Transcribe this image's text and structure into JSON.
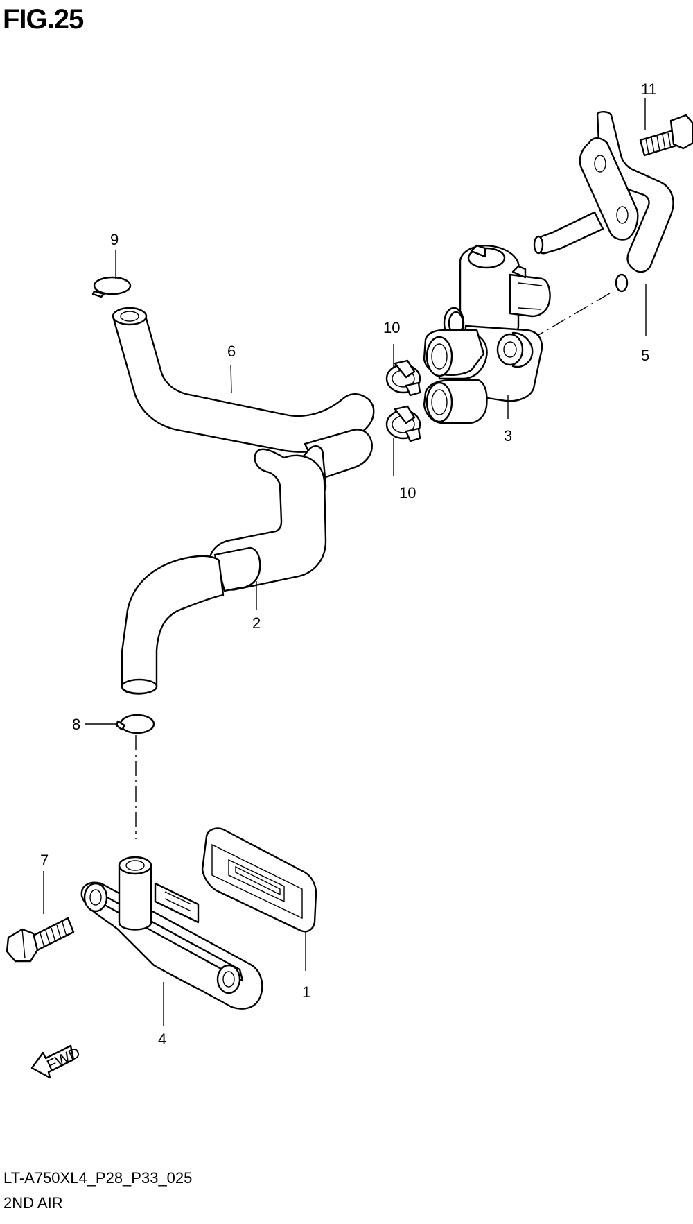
{
  "figure": {
    "title": "FIG.25",
    "drawing_code": "LT-A750XL4_P28_P33_025",
    "section_name": "2ND AIR"
  },
  "fwd_label": "FWD",
  "callouts": {
    "c1": "1",
    "c2": "2",
    "c3": "3",
    "c4": "4",
    "c5": "5",
    "c6": "6",
    "c7": "7",
    "c8": "8",
    "c9": "9",
    "c10a": "10",
    "c10b": "10",
    "c11": "11"
  }
}
